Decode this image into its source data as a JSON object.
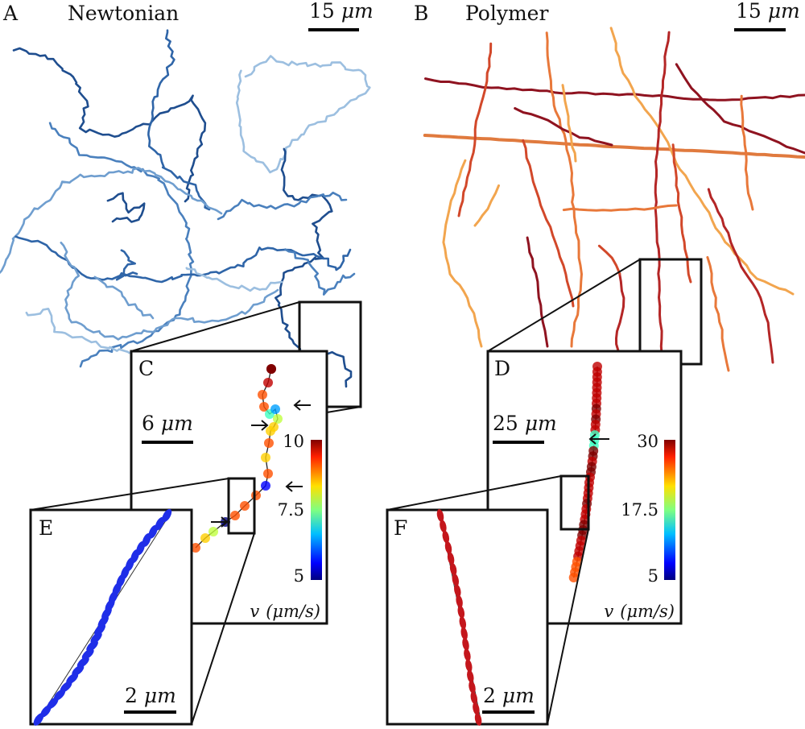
{
  "panels": {
    "A": {
      "letter": "A",
      "title": "Newtonian",
      "scale_value": "15",
      "scale_unit": "μm"
    },
    "B": {
      "letter": "B",
      "title": "Polymer",
      "scale_value": "15",
      "scale_unit": "μm"
    },
    "C": {
      "letter": "C",
      "scale_value": "6",
      "scale_unit": "μm",
      "colorbar": {
        "ticks": [
          "10",
          "7.5",
          "5"
        ],
        "label_var": "v",
        "label_unit": "(μm/s)"
      }
    },
    "D": {
      "letter": "D",
      "scale_value": "25",
      "scale_unit": "μm",
      "colorbar": {
        "ticks": [
          "30",
          "17.5",
          "5"
        ],
        "label_var": "v",
        "label_unit": "(μm/s)"
      }
    },
    "E": {
      "letter": "E",
      "scale_value": "2",
      "scale_unit": "μm"
    },
    "F": {
      "letter": "F",
      "scale_value": "2",
      "scale_unit": "μm"
    }
  },
  "colors": {
    "newtonian_palette": [
      "#1f4e8f",
      "#2f65a8",
      "#4a80bd",
      "#6f9ecf",
      "#9cbfe0"
    ],
    "polymer_palette": [
      "#8f1320",
      "#b42626",
      "#d2482a",
      "#e8783a",
      "#f2a54e"
    ],
    "colormap": [
      "#000080",
      "#0000ff",
      "#00a0ff",
      "#40ffc0",
      "#c0ff40",
      "#ffd000",
      "#ff5000",
      "#c00000",
      "#800000"
    ],
    "marker_blue": "#1f2ee8",
    "marker_red": "#c4161c"
  },
  "icons": {
    "arrow": "left-arrow-icon"
  }
}
